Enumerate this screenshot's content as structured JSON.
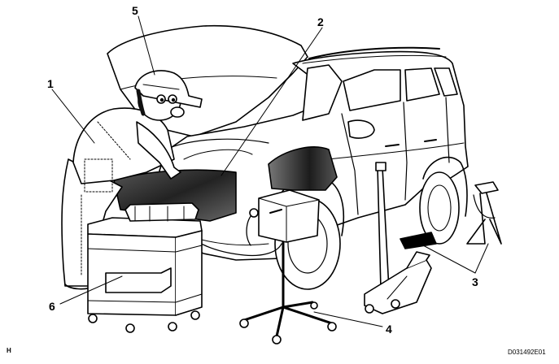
{
  "callouts": {
    "c1": "1",
    "c2": "2",
    "c3": "3",
    "c4": "4",
    "c5": "5",
    "c6": "6"
  },
  "corner_letter": "H",
  "figure_code": "D031492E01"
}
